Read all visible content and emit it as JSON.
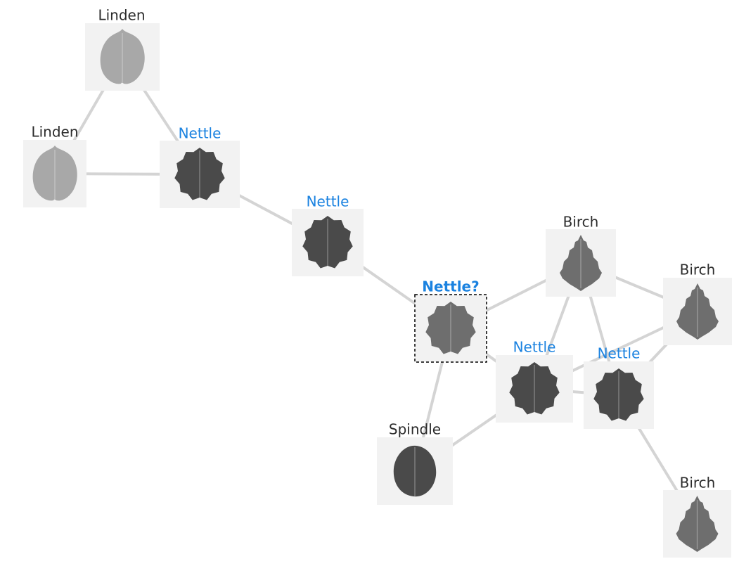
{
  "colors": {
    "known": "#2b2b2b",
    "predicted": "#1a82e0",
    "edge": "#d4d4d4",
    "tile": "#f2f2f2",
    "leaf_light": "#a8a8a8",
    "leaf_mid": "#6e6e6e",
    "leaf_dark": "#4a4a4a"
  },
  "nodes": [
    {
      "id": "n1",
      "label": "Linden",
      "status": "known",
      "shape": "linden",
      "tone": "leaf_light"
    },
    {
      "id": "n2",
      "label": "Linden",
      "status": "known",
      "shape": "linden",
      "tone": "leaf_light"
    },
    {
      "id": "n3",
      "label": "Nettle",
      "status": "predicted",
      "shape": "nettle",
      "tone": "leaf_dark"
    },
    {
      "id": "n4",
      "label": "Nettle",
      "status": "predicted",
      "shape": "nettle",
      "tone": "leaf_dark"
    },
    {
      "id": "n5",
      "label": "Nettle?",
      "status": "query",
      "shape": "nettle",
      "tone": "leaf_mid"
    },
    {
      "id": "n6",
      "label": "Birch",
      "status": "known",
      "shape": "birch",
      "tone": "leaf_mid"
    },
    {
      "id": "n7",
      "label": "Birch",
      "status": "known",
      "shape": "birch",
      "tone": "leaf_mid"
    },
    {
      "id": "n8",
      "label": "Nettle",
      "status": "predicted",
      "shape": "nettle",
      "tone": "leaf_dark"
    },
    {
      "id": "n9",
      "label": "Nettle",
      "status": "predicted",
      "shape": "nettle",
      "tone": "leaf_dark"
    },
    {
      "id": "n10",
      "label": "Spindle",
      "status": "known",
      "shape": "spindle",
      "tone": "leaf_dark"
    },
    {
      "id": "n11",
      "label": "Birch",
      "status": "known",
      "shape": "birch",
      "tone": "leaf_mid"
    }
  ],
  "edges": [
    [
      "n1",
      "n2"
    ],
    [
      "n1",
      "n3"
    ],
    [
      "n2",
      "n3"
    ],
    [
      "n3",
      "n4"
    ],
    [
      "n4",
      "n5"
    ],
    [
      "n5",
      "n6"
    ],
    [
      "n5",
      "n8"
    ],
    [
      "n5",
      "n10"
    ],
    [
      "n6",
      "n7"
    ],
    [
      "n6",
      "n8"
    ],
    [
      "n6",
      "n9"
    ],
    [
      "n7",
      "n8"
    ],
    [
      "n7",
      "n9"
    ],
    [
      "n8",
      "n9"
    ],
    [
      "n8",
      "n10"
    ],
    [
      "n9",
      "n11"
    ]
  ]
}
